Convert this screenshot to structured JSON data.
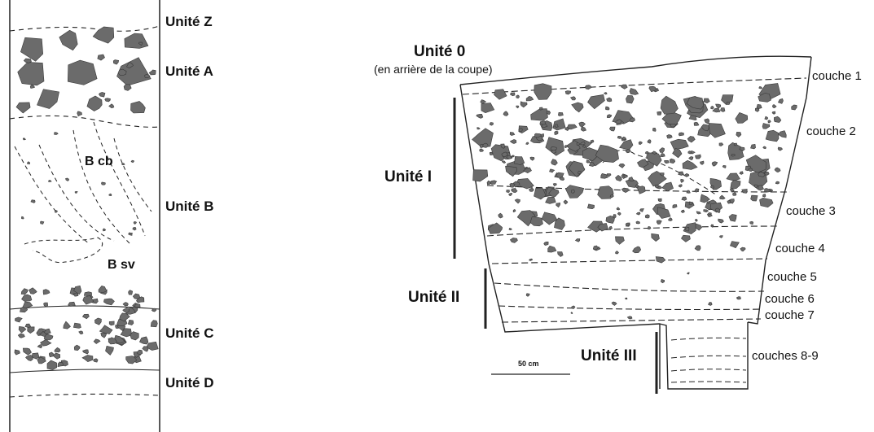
{
  "left_column": {
    "units": [
      "Unité Z",
      "Unité A",
      "Unité B",
      "Unité C",
      "Unité D"
    ],
    "inner_labels": [
      "B cb",
      "B sv"
    ]
  },
  "right_section": {
    "unit0_title": "Unité 0",
    "unit0_subtitle": "(en arrière de la coupe)",
    "units": [
      "Unité I",
      "Unité II",
      "Unité III"
    ],
    "layers": [
      "couche 1",
      "couche 2",
      "couche 3",
      "couche 4",
      "couche 5",
      "couche 6",
      "couche 7",
      "couches 8-9"
    ],
    "scale_label": "50 cm"
  },
  "colors": {
    "stone_fill": "#6b6b6b",
    "stone_stroke": "#3a3a3a",
    "line": "#222222"
  }
}
